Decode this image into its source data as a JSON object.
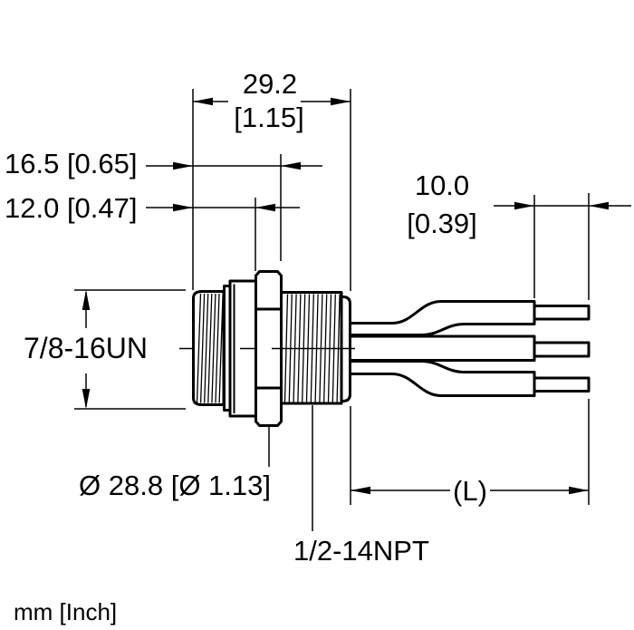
{
  "drawing": {
    "units_note": "mm [Inch]",
    "labels": {
      "dim_total_length_mm": "29.2",
      "dim_total_length_inch": "[1.15]",
      "dim_to_hex_rear": "16.5 [0.65]",
      "dim_to_hex_front": "12.0 [0.47]",
      "dim_strip_mm": "10.0",
      "dim_strip_inch": "[0.39]",
      "front_thread": "7/8-16UN",
      "hex_diameter": "Ø 28.8 [Ø 1.13]",
      "rear_thread": "1/2-14NPT",
      "wire_length": "(L)"
    }
  }
}
